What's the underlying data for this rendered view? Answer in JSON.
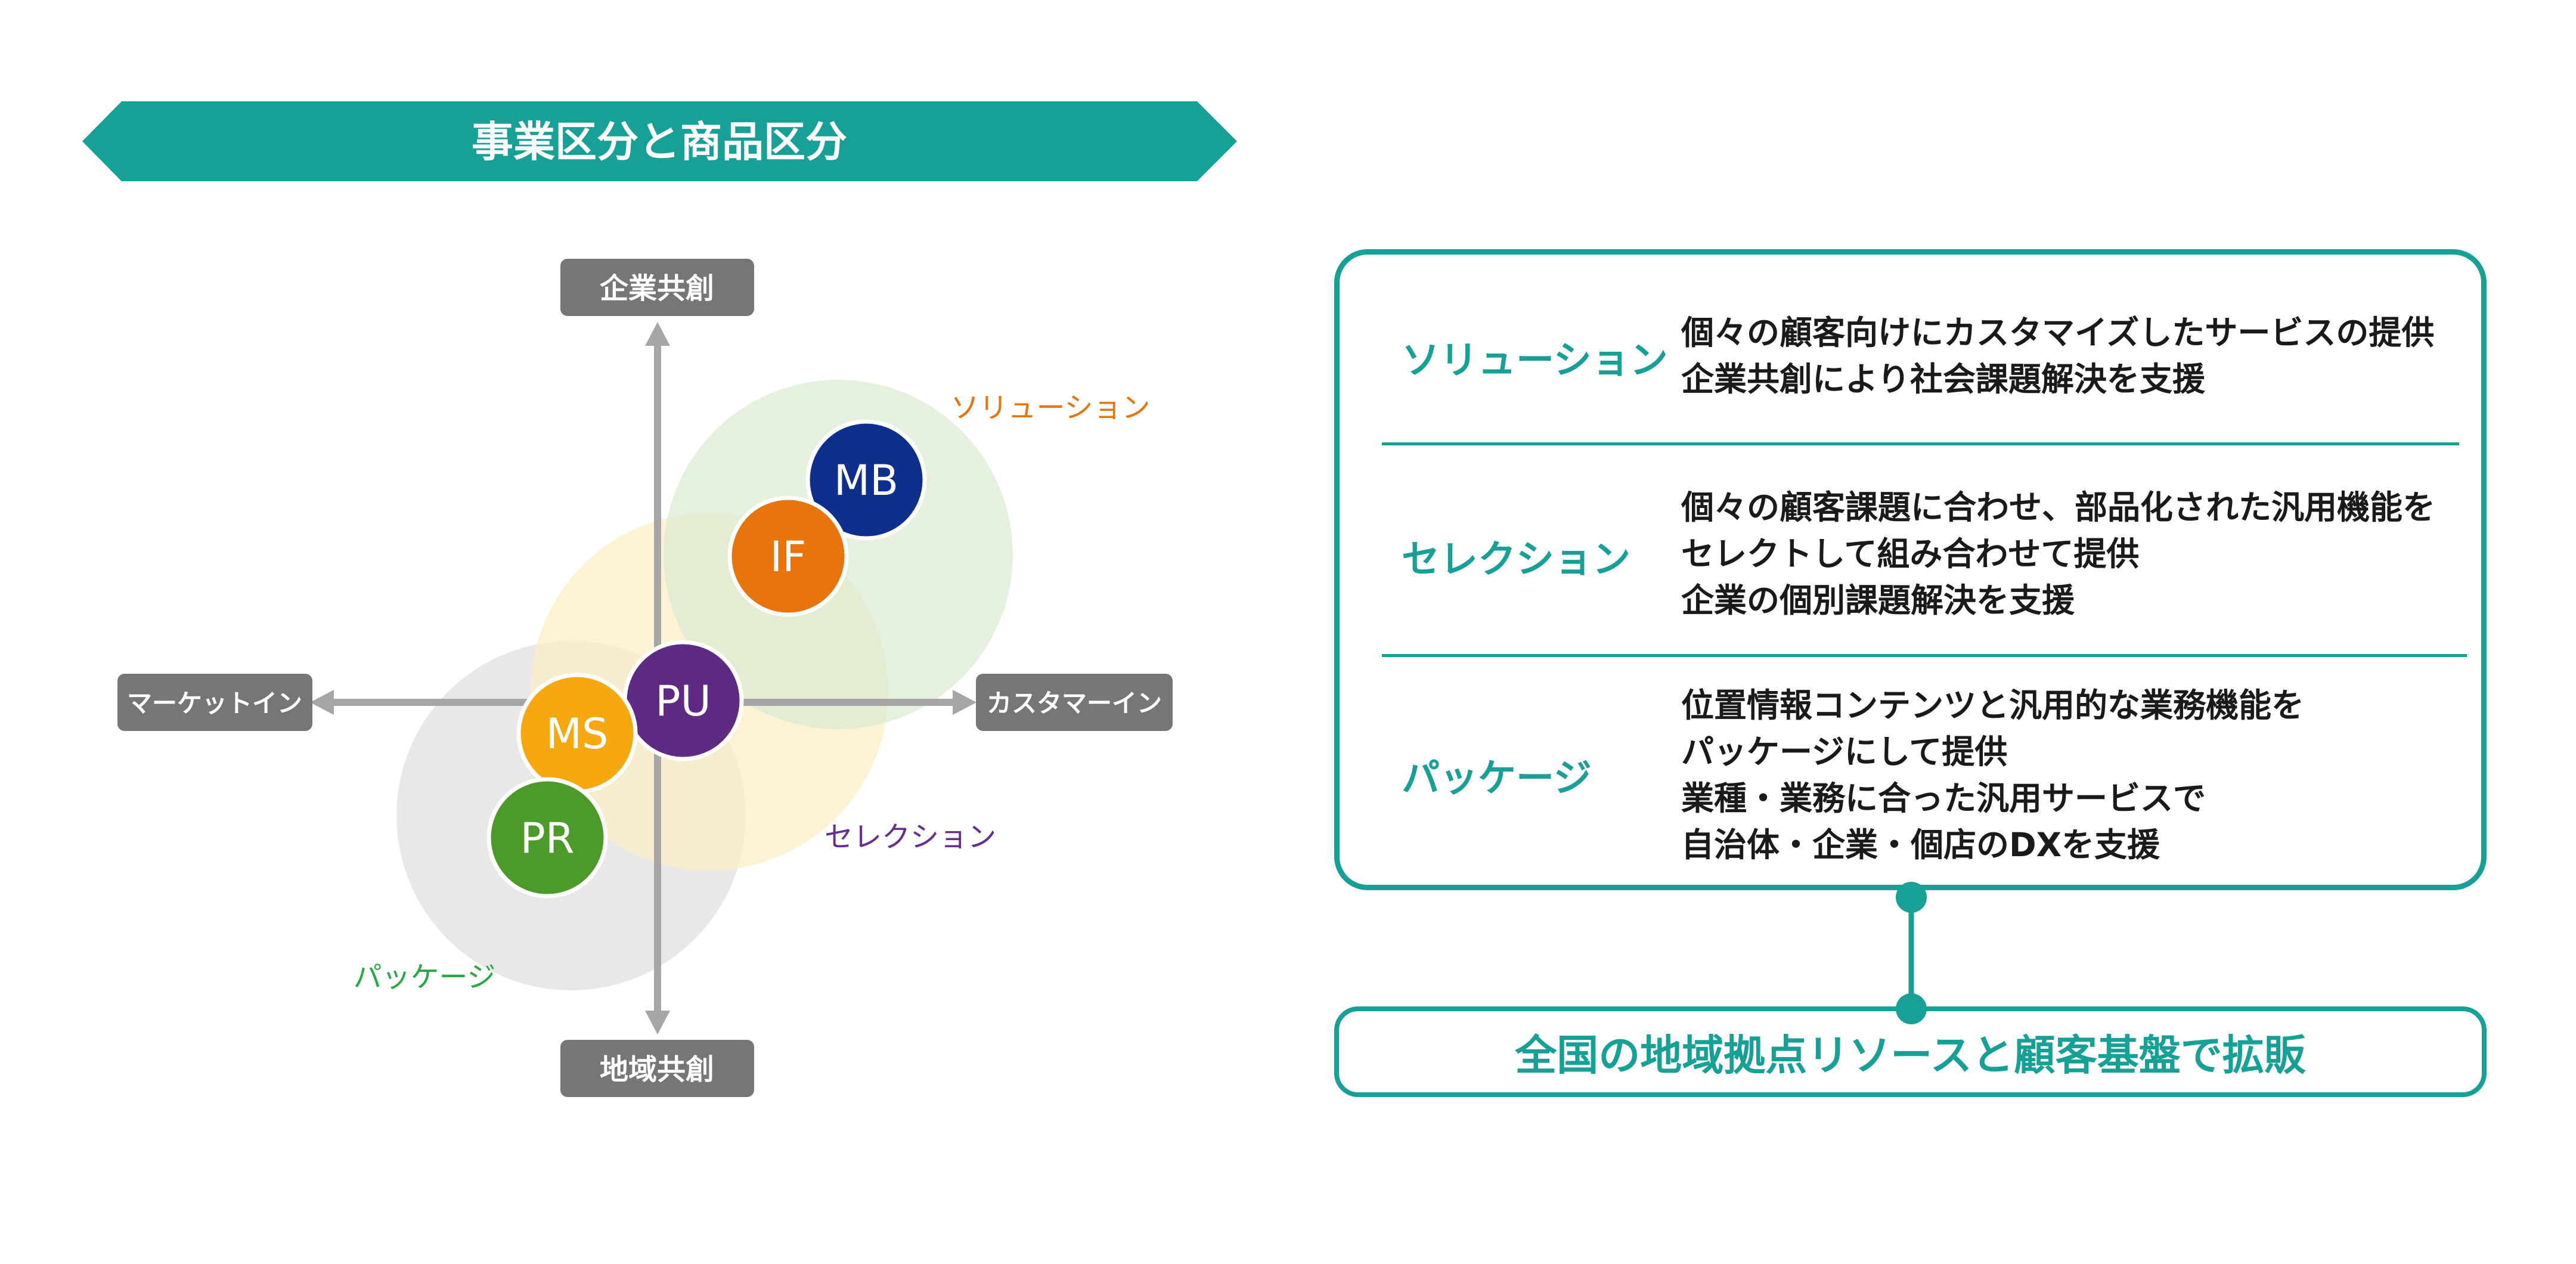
{
  "header": {
    "title": "事業区分と商品区分"
  },
  "diagram": {
    "axes": {
      "top": "企業共創",
      "bottom": "地域共創",
      "left": "マーケットイン",
      "right": "カスタマーイン"
    },
    "groups": [
      {
        "key": "solution",
        "label": "ソリューション",
        "color": "#e8740c",
        "fill": "#dcebd3"
      },
      {
        "key": "selection",
        "label": "セレクション",
        "color": "#662d91",
        "fill": "#fbefc4"
      },
      {
        "key": "package",
        "label": "パッケージ",
        "color": "#28a745",
        "fill": "#e5e5e5"
      }
    ],
    "products": [
      {
        "code": "MB",
        "color": "#0f2f8f"
      },
      {
        "code": "IF",
        "color": "#e8740c"
      },
      {
        "code": "PU",
        "color": "#5e2a84"
      },
      {
        "code": "MS",
        "color": "#f7a811"
      },
      {
        "code": "PR",
        "color": "#4c9a2a"
      }
    ],
    "axis_color": "#a6a6a6",
    "axis_label_bg": "#767676"
  },
  "panel": {
    "rows": [
      {
        "name": "ソリューション",
        "lines": [
          "個々の顧客向けにカスタマイズしたサービスの提供",
          "企業共創により社会課題解決を支援"
        ]
      },
      {
        "name": "セレクション",
        "lines": [
          "個々の顧客課題に合わせ、部品化された汎用機能を",
          "セレクトして組み合わせて提供",
          "企業の個別課題解決を支援"
        ]
      },
      {
        "name": "パッケージ",
        "lines": [
          "位置情報コンテンツと汎用的な業務機能を",
          "パッケージにして提供",
          "業種・業務に合った汎用サービスで",
          "自治体・企業・個店のDXを支援"
        ]
      }
    ]
  },
  "footer": {
    "text": "全国の地域拠点リソースと顧客基盤で拡販"
  },
  "colors": {
    "teal": "#17a096"
  }
}
